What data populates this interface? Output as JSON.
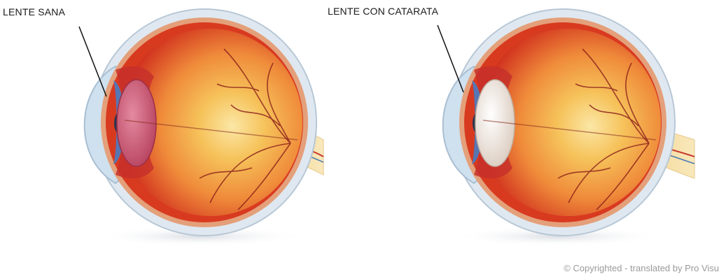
{
  "labels": {
    "healthy_lens": "LENTE SANA",
    "cataract_lens": "LENTE CON CATARATA"
  },
  "copyright": "© Copyrighted - translated by Pro Visu",
  "figures": [
    {
      "id": "eye-healthy",
      "lens_state": "healthy",
      "lens_color": "#c8506a"
    },
    {
      "id": "eye-cataract",
      "lens_state": "cataract",
      "lens_color": "#efe4dc"
    }
  ],
  "colors": {
    "sclera": "#dfe8f0",
    "choroid": "#d83a20",
    "retina_center": "#f6c25a",
    "vessels": "#8a1f1a",
    "optic_nerve": "#f2d08a"
  }
}
